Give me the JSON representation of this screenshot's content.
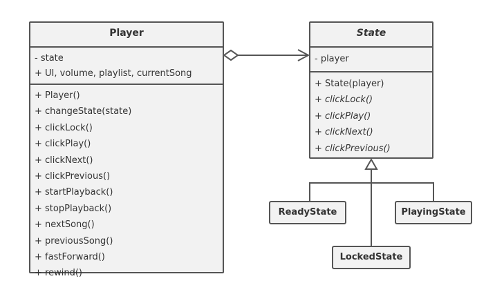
{
  "player": {
    "name": "Player",
    "fields": [
      "- state",
      "+ UI, volume, playlist, currentSong"
    ],
    "methods": [
      "+ Player()",
      "+ changeState(state)",
      "+ clickLock()",
      "+ clickPlay()",
      "+ clickNext()",
      "+ clickPrevious()",
      "+ startPlayback()",
      "+ stopPlayback()",
      "+ nextSong()",
      "+ previousSong()",
      "+ fastForward()",
      "+ rewind()"
    ]
  },
  "state": {
    "name": "State",
    "fields": [
      "- player"
    ],
    "methods": [
      {
        "text": "+ State(player)",
        "abstract": false
      },
      {
        "text": "+ clickLock()",
        "abstract": true
      },
      {
        "text": "+ clickPlay()",
        "abstract": true
      },
      {
        "text": "+ clickNext()",
        "abstract": true
      },
      {
        "text": "+ clickPrevious()",
        "abstract": true
      }
    ]
  },
  "subclasses": {
    "ready": "ReadyState",
    "playing": "PlayingState",
    "locked": "LockedState"
  },
  "colors": {
    "stroke": "#555555",
    "fill": "#f2f2f2",
    "text": "#333333"
  }
}
